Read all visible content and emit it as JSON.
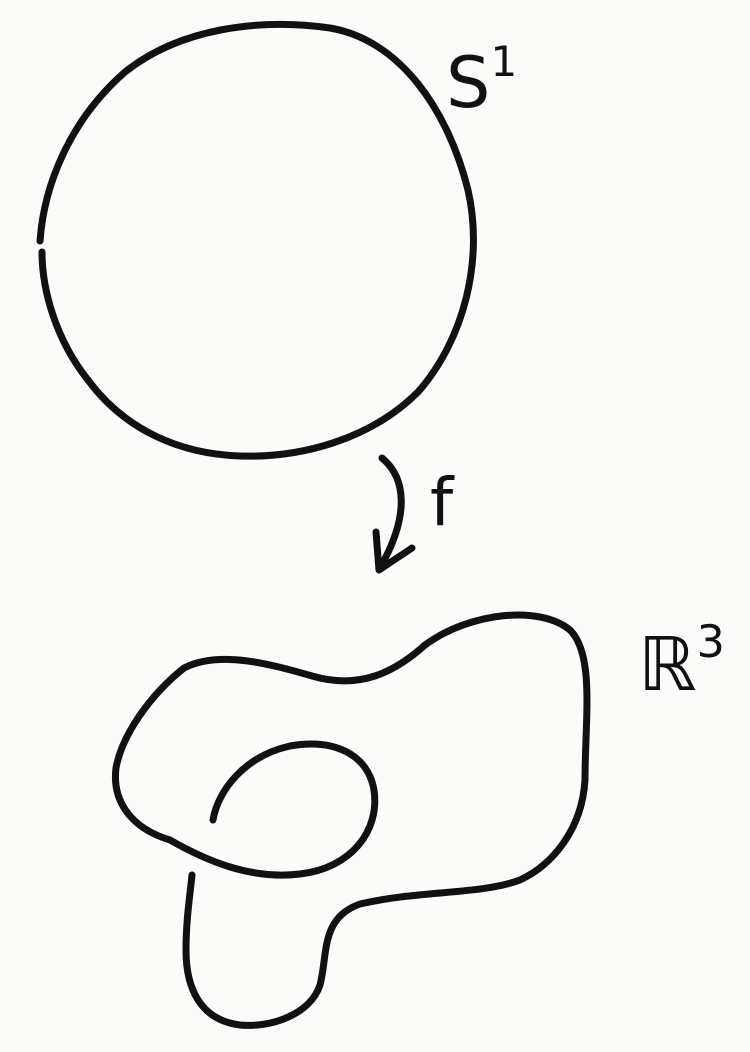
{
  "labels": {
    "domain": {
      "base": "S",
      "exponent": "1"
    },
    "map": "f",
    "codomain": {
      "base": "ℝ",
      "exponent": "3"
    }
  },
  "ink_color": "#111111",
  "paper_color": "#fbfbf9"
}
